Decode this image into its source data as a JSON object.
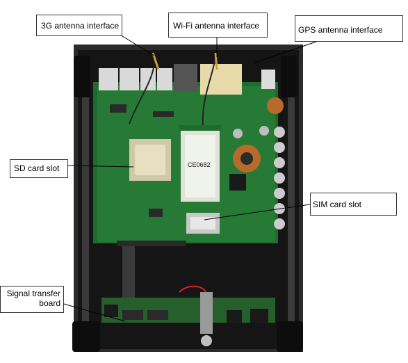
{
  "labels": {
    "antenna_3g": "3G antenna interface",
    "antenna_wifi": "Wi-Fi antenna interface",
    "antenna_gps": "GPS antenna interface",
    "sd_card_slot": "SD card slot",
    "sim_card_slot": "SIM card slot",
    "signal_transfer_board_line1": "Signal transfer",
    "signal_transfer_board_line2": "board"
  },
  "module_print": "CE0682",
  "colors": {
    "enclosure": "#1a1a1a",
    "pcb": "#1f6b2e",
    "label_border": "#333333"
  }
}
